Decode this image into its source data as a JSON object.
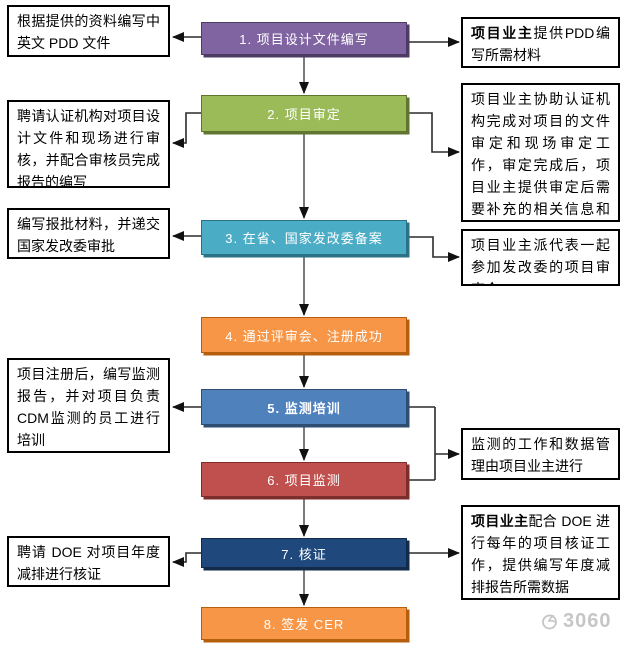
{
  "steps": [
    {
      "label": "1. 项目设计文件编写",
      "fill": "#8064A2",
      "edge": "#4d3b63"
    },
    {
      "label": "2. 项目审定",
      "fill": "#9BBB59",
      "edge": "#5f7530"
    },
    {
      "label": "3. 在省、国家发改委备案",
      "fill": "#4BACC6",
      "edge": "#2c7287"
    },
    {
      "label": "4. 通过评审会、注册成功",
      "fill": "#F79646",
      "edge": "#b55e0c"
    },
    {
      "label": "5. 监测培训",
      "fill": "#4F81BD",
      "edge": "#2e4d71"
    },
    {
      "label": "6. 项目监测",
      "fill": "#C0504D",
      "edge": "#7d2e2c"
    },
    {
      "label": "7. 核证",
      "fill": "#1F497D",
      "edge": "#122b4a"
    },
    {
      "label": "8. 签发 CER",
      "fill": "#F79646",
      "edge": "#b55e0c"
    }
  ],
  "left_notes": [
    {
      "text": "根据提供的资料编写中英文 PDD 文件"
    },
    {
      "text": "聘请认证机构对项目设计文件和现场进行审核，并配合审核员完成报告的编写"
    },
    {
      "text": "编写报批材料，并递交国家发改委审批"
    },
    {
      "text": "项目注册后，编写监测报告，并对项目负责CDM监测的员工进行培训"
    },
    {
      "text": "聘请 DOE 对项目年度减排进行核证"
    }
  ],
  "right_notes": [
    {
      "bold": "项目业主",
      "text": "提供PDD编写所需材料"
    },
    {
      "bold": "",
      "text": "项目业主协助认证机构完成对项目的文件审定和现场审定工作，审定完成后，项目业主提供审定后需要补充的相关信息和补充说明文件"
    },
    {
      "bold": "",
      "text": "项目业主派代表一起参加发改委的项目审查会"
    },
    {
      "bold": "",
      "text": "监测的工作和数据管理由项目业主进行"
    },
    {
      "bold": "项目业主",
      "text": "配合 DOE 进行每年的项目核证工作，提供编写年度减排报告所需数据"
    }
  ],
  "watermark": {
    "label": "3060"
  },
  "line_colors": {
    "shaft": "#3f3f3f",
    "arrowhead": "#111111"
  }
}
